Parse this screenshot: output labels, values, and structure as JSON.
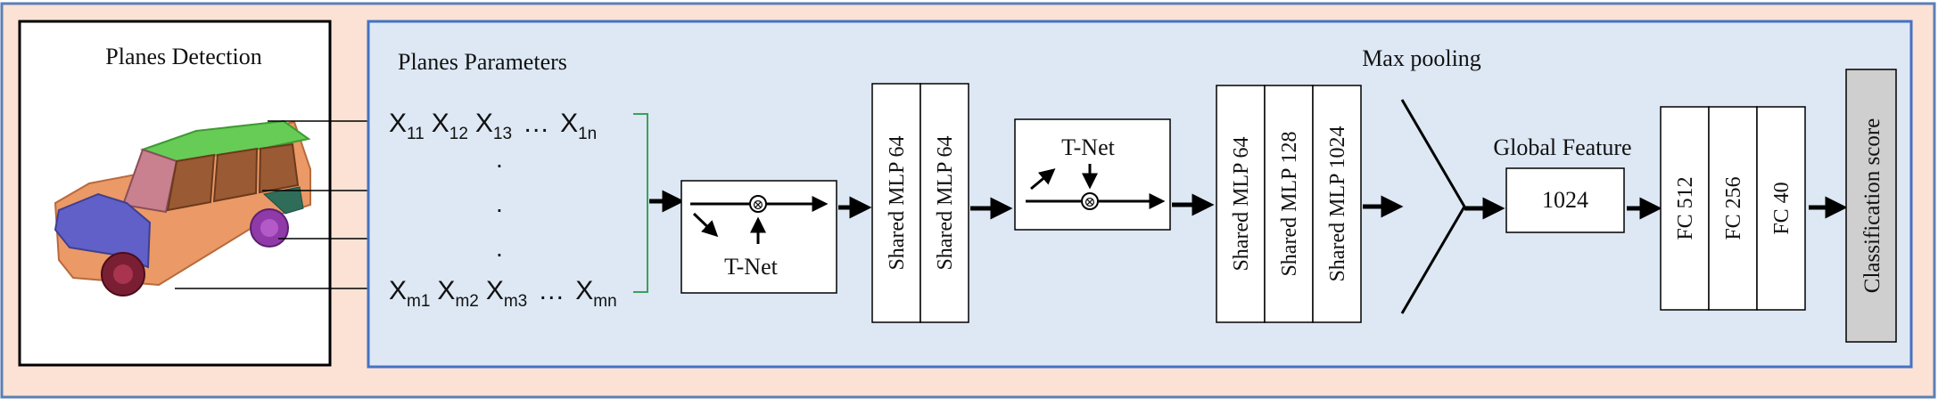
{
  "detection_panel": {
    "title": "Planes Detection"
  },
  "params_panel": {
    "title": "Planes Parameters",
    "row1": {
      "x1": "X",
      "s1": "11",
      "x2": "X",
      "s2": "12",
      "x3": "X",
      "s3": "13",
      "ellipsis": "…",
      "x4": "X",
      "s4": "1n"
    },
    "vdots": ".",
    "rowm": {
      "x1": "X",
      "s1": "m1",
      "x2": "X",
      "s2": "m2",
      "x3": "X",
      "s3": "m3",
      "ellipsis": "…",
      "x4": "X",
      "s4": "mn"
    }
  },
  "tnet1": {
    "label": "T-Net",
    "mult": "⊗"
  },
  "mlp1": [
    "Shared MLP 64",
    "Shared MLP 64"
  ],
  "tnet2": {
    "label": "T-Net",
    "mult": "⊗"
  },
  "max_pool_label": "Max pooling",
  "mlp2": [
    "Shared MLP 64",
    "Shared MLP 128",
    "Shared MLP 1024"
  ],
  "global_feature": {
    "label": "Global Feature",
    "value": "1024"
  },
  "fc": [
    "FC 512",
    "FC 256",
    "FC 40"
  ],
  "output": {
    "label": "Classification score"
  },
  "colors": {
    "outer_bg": "#fbe2d5",
    "outer_border": "#5b7fb5",
    "panel_bg": "#dde8f4",
    "panel_border": "#4472c4",
    "bracket": "#3aa05a",
    "output_bg": "#cfcfcf"
  }
}
